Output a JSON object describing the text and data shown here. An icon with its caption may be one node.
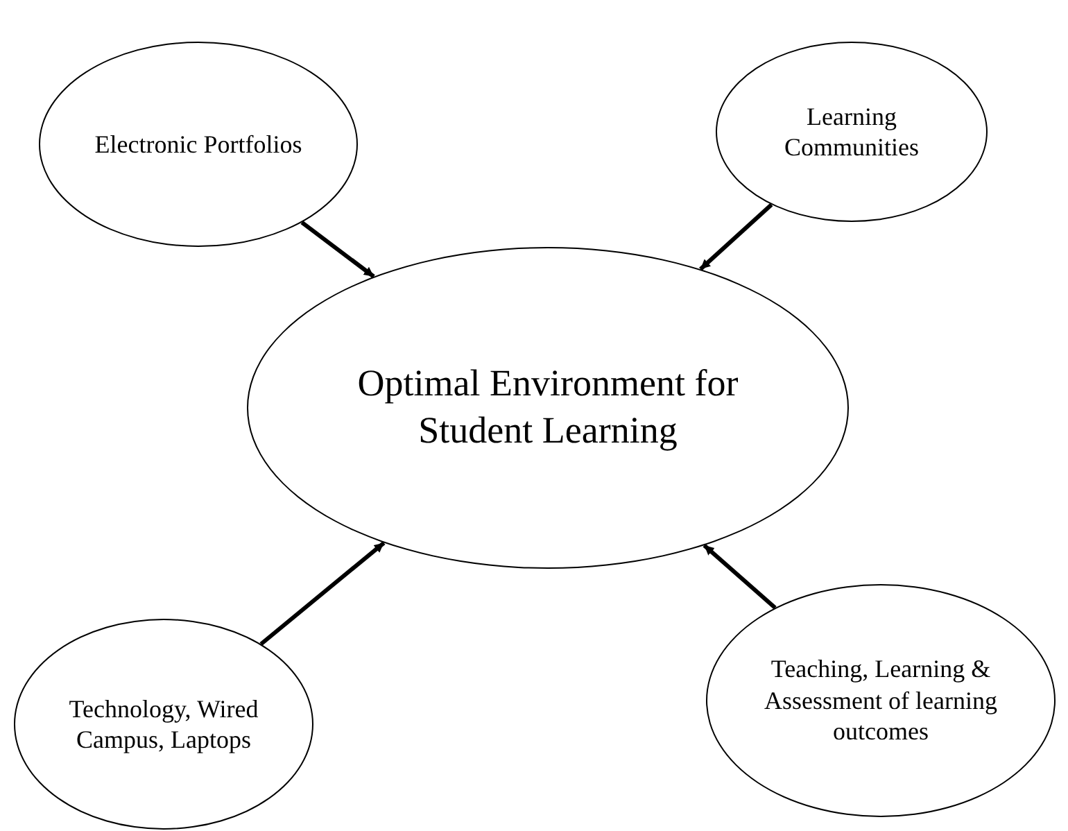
{
  "diagram": {
    "nodes": [
      {
        "text": [
          "Electronic Portfolios"
        ]
      },
      {
        "text": [
          "Learning Communities"
        ]
      },
      {
        "text": [
          "Optimal Environment for Student Learning"
        ]
      },
      {
        "text": [
          "Technology, Wired Campus, Laptops"
        ]
      },
      {
        "text": [
          "Teaching, Learning & Assessment of learning outcomes"
        ]
      }
    ],
    "edges": [
      {
        "from": 0,
        "to": 2,
        "arrow": "to"
      },
      {
        "from": 1,
        "to": 2,
        "arrow": "to"
      },
      {
        "from": 3,
        "to": 2,
        "arrow": "to"
      },
      {
        "from": 4,
        "to": 2,
        "arrow": "to"
      }
    ]
  }
}
